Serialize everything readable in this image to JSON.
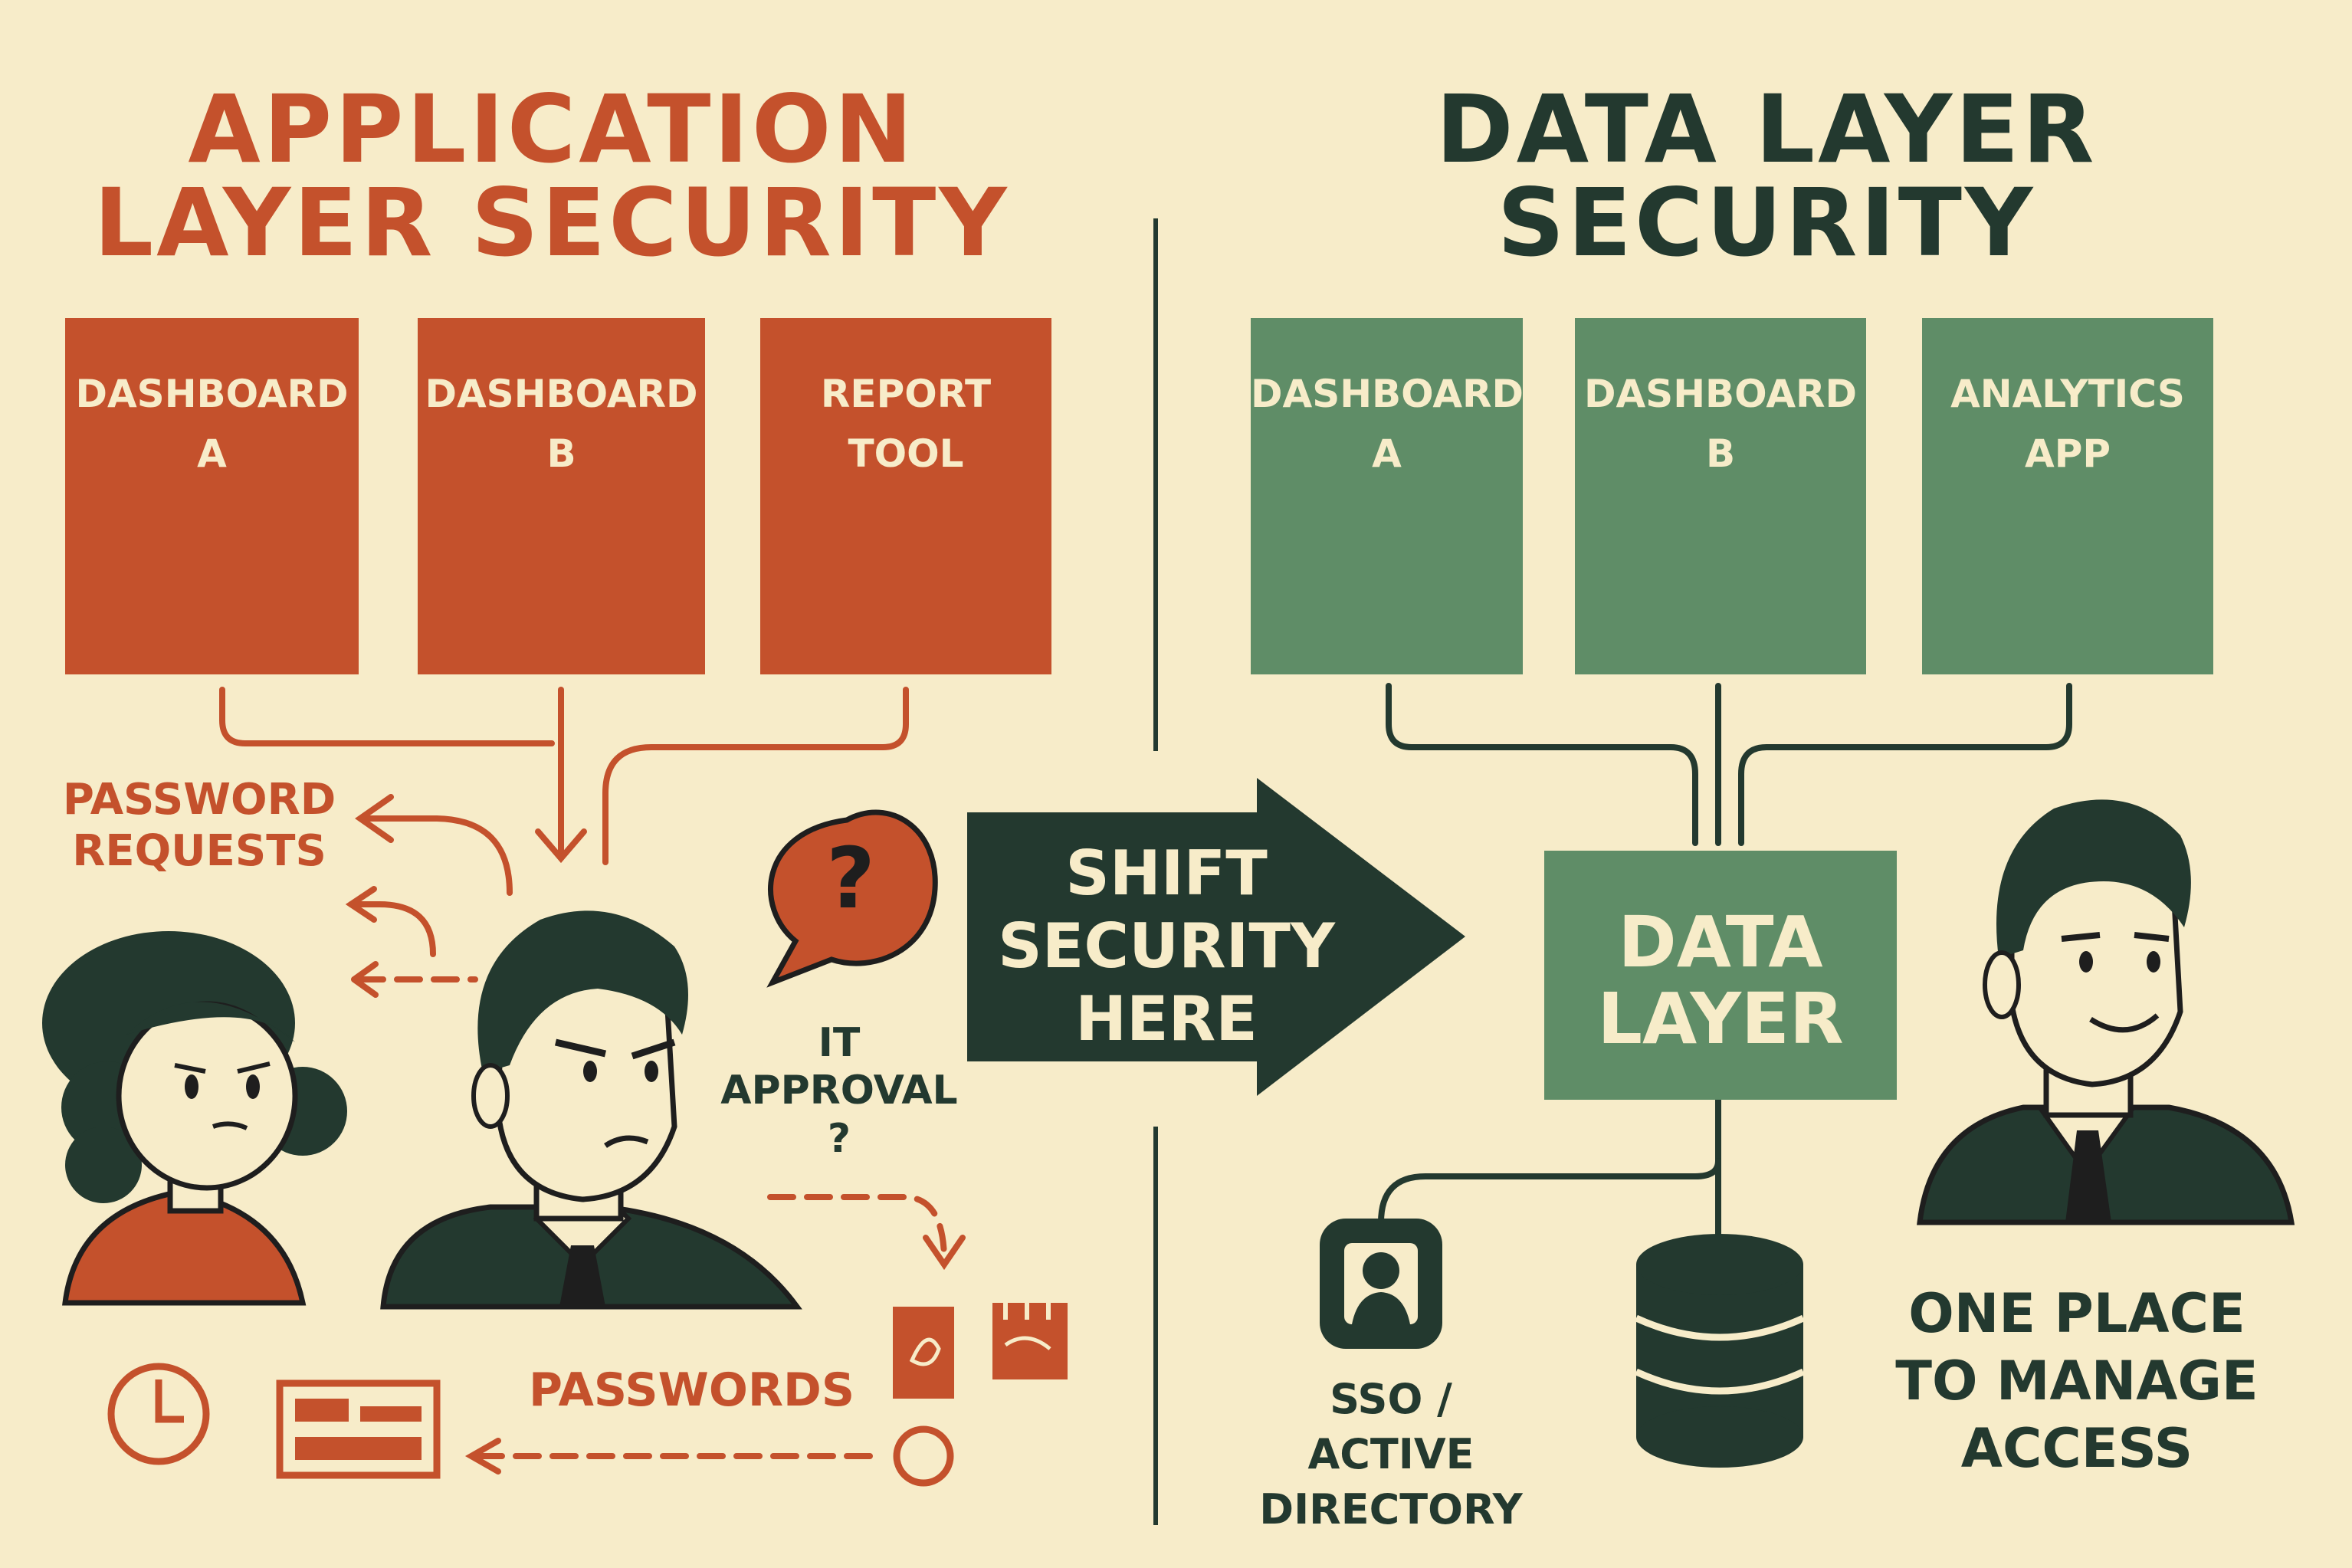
{
  "left": {
    "title_line1": "APPLICATION",
    "title_line2": "LAYER SECURITY",
    "boxes": [
      {
        "line1": "DASHBOARD",
        "line2": "A"
      },
      {
        "line1": "DASHBOARD",
        "line2": "B"
      },
      {
        "line1": "REPORT",
        "line2": "TOOL"
      }
    ],
    "password_requests_line1": "PASSWORD",
    "password_requests_line2": "REQUESTS",
    "question_mark": "?",
    "it_approval_line1": "IT",
    "it_approval_line2": "APPROVAL ?",
    "passwords": "PASSWORDS"
  },
  "arrow": {
    "line1": "SHIFT",
    "line2": "SECURITY",
    "line3": "HERE"
  },
  "right": {
    "title_line1": "DATA LAYER",
    "title_line2": "SECURITY",
    "boxes": [
      {
        "line1": "DASHBOARD",
        "line2": "A"
      },
      {
        "line1": "DASHBOARD",
        "line2": "B"
      },
      {
        "line1": "ANALYTICS",
        "line2": "APP"
      }
    ],
    "data_layer_line1": "DATA",
    "data_layer_line2": "LAYER",
    "sso_line1": "SSO / ACTIVE",
    "sso_line2": "DIRECTORY",
    "manage_line1": "ONE PLACE",
    "manage_line2": "TO MANAGE",
    "manage_line3": "ACCESS"
  },
  "colors": {
    "background": "#f7ecc9",
    "red": "#c4512c",
    "green": "#5f8d67",
    "dark": "#23392f"
  }
}
